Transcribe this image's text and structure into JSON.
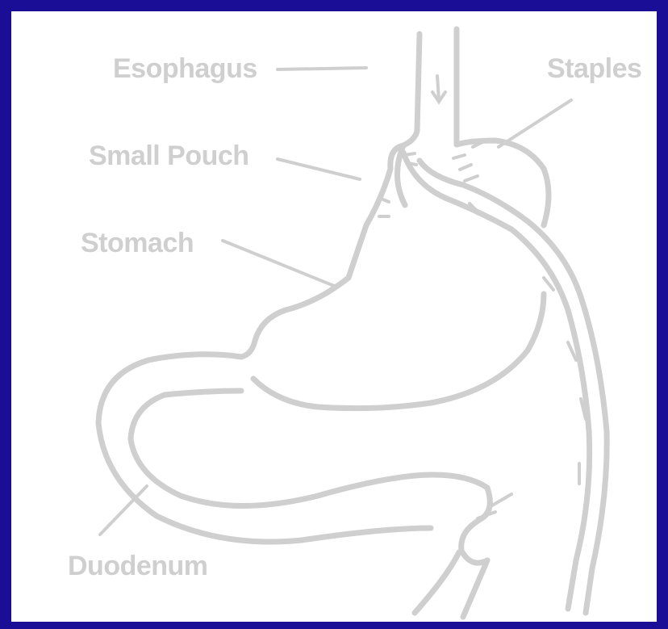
{
  "colors": {
    "background": "#1a0e96",
    "panel": "#ffffff",
    "ink": "#cfcfcf"
  },
  "labels": {
    "esophagus": "Esophagus",
    "staples": "Staples",
    "small_pouch": "Small Pouch",
    "stomach": "Stomach",
    "duodenum": "Duodenum"
  }
}
